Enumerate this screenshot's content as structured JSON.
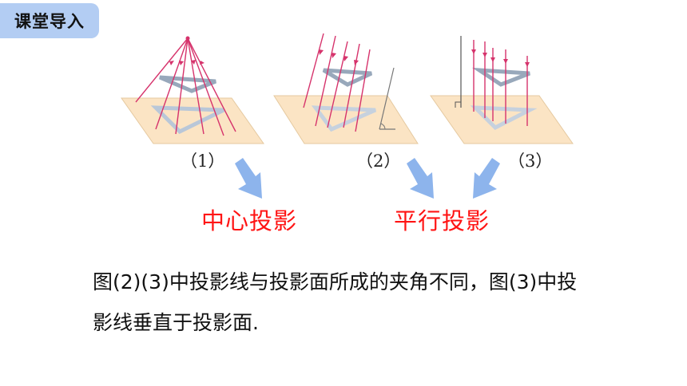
{
  "header": {
    "tag_label": "课堂导入"
  },
  "figures": [
    {
      "caption": "（1）"
    },
    {
      "caption": "（2）"
    },
    {
      "caption": "（3）"
    }
  ],
  "labels": {
    "central": "中心投影",
    "parallel": "平行投影"
  },
  "body": {
    "line1": "图(2)(3)中投影线与投影面所成的夹角不同，图(3)中投",
    "line2": "影线垂直于投影面."
  },
  "colors": {
    "tag_bg": "#b3cdf3",
    "label_red": "#ff1414",
    "plane": "#fbe4c4",
    "ray": "#d6336c",
    "arrow": "#8db4ec"
  }
}
